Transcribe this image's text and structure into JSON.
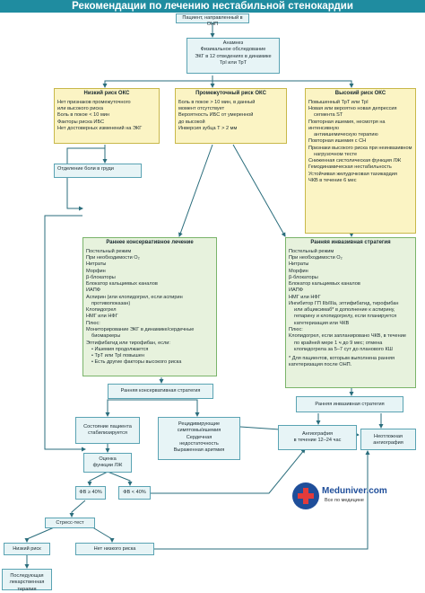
{
  "title": "Рекомендации по лечению нестабильной стенокардии",
  "start": "Пациент, направленный в ОНП",
  "assessment": [
    "Анамнез",
    "Физикальное обследование",
    "ЭКГ в 12 отведениях в динамике",
    "ТрI или ТрТ"
  ],
  "low_risk": {
    "header": "Низкий риск ОКС",
    "items": [
      "Нет признаков промежуточного",
      "или высокого риска",
      "Боль в покое < 10 мин",
      "Факторы риска ИБС",
      "Нет достоверных изменений на ЭКГ"
    ]
  },
  "mid_risk": {
    "header": "Промежуточный риск ОКС",
    "items": [
      "Боль в покое > 10 мин, в данный",
      "момент отсутствует",
      "Вероятность ИБС от умеренной",
      "до высокой",
      "Инверсия зубца Т > 2 мм"
    ]
  },
  "high_risk": {
    "header": "Высокий риск ОКС",
    "items": [
      "Повышенный ТрТ или ТрI",
      "Новая или вероятно новая депрессия",
      "сегмента ST",
      "Повторная ишемия, несмотря на интенсивную",
      "антиишемическую терапию",
      "Повторная ишемия с СН",
      "Признаки высокого риска при неинвазивном",
      "нагрузочном тесте",
      "Сниженная систолическая функция ЛЖ",
      "Гемодинамическая нестабильность",
      "Устойчивая желудочковая тахикардия",
      "ЧКВ в течение 6 мес"
    ]
  },
  "no_pain": "Отделение боли в груди",
  "conservative": {
    "header": "Раннее консервативное лечение",
    "items": [
      "Постельный режим",
      "При необходимости O₂",
      "Нитраты",
      "Морфин",
      "β-блокаторы",
      "Блокатор кальциевых каналов",
      "ИАПФ",
      "Аспирин (или клопидогрел, если аспирин",
      "противопоказан)",
      "Клопидогрел",
      "НМГ или НФГ",
      "Плюс:",
      "Мониторирование ЭКГ в динамике/сердечные",
      "биомаркеры",
      "Эптифибатид или тирофибан, если:"
    ],
    "subitems": [
      "Ишемия продолжается",
      "ТрТ или ТрI повышен",
      "Есть другие факторы высокого риска"
    ]
  },
  "invasive": {
    "header": "Ранняя инвазивная стратегия",
    "items": [
      "Постельный режим",
      "При необходимости O₂",
      "Нитраты",
      "Морфин",
      "β-блокаторы",
      "Блокатор кальциевых каналов",
      "ИАПФ",
      "НМГ или НФГ",
      "Ингибитор ГП IIb/IIIa, эптифибатид, тирофибан",
      "или абциксимаб* в дополнение к аспирину,",
      "гепарину и клопидогрелу, если планируется",
      "катетеризация или ЧКВ",
      "Плюс:",
      "Клопидогрел, если запланировано ЧКВ, в течение",
      "по крайней мере 1 ч до 9 мес; отмена",
      "клопидогрела за 5–7 сут до планового КШ"
    ],
    "note": "* Для пациентов, которым выполнена ранняя катетеризация после ОНП."
  },
  "early_cons": "Ранняя консервативная стратегия",
  "early_inv": "Ранняя инвазивная стратегия",
  "stabilized": "Состояние пациента стабилизируется",
  "recurrent": [
    "Рецидивирующие",
    "симптомы/ишемия",
    "Сердечная",
    "недостаточность",
    "Выраженная аритмия"
  ],
  "angiography": [
    "Ангиография",
    "в течение 12–24 час"
  ],
  "urgent_angio": [
    "Неотложная",
    "ангиография"
  ],
  "lv": [
    "Оценка",
    "функции ЛЖ"
  ],
  "ef_high": "ФВ ≥ 40%",
  "ef_low": "ФВ < 40%",
  "stress": "Стресс-тест",
  "low_risk_result": "Низкий риск",
  "not_low_risk": "Нет низкого риска",
  "therapy": [
    "Последующая",
    "лекарственная терапия"
  ],
  "logo": {
    "name": "Meduniver.com",
    "tagline": "Все по медицине"
  }
}
